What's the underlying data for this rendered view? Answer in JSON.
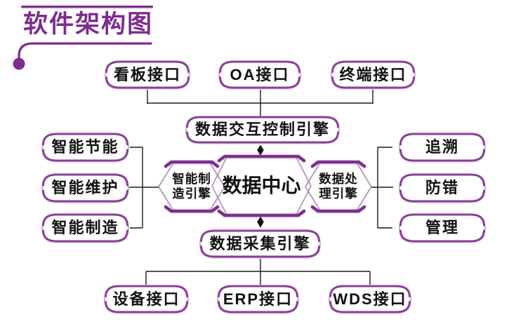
{
  "title": "软件架构图",
  "colors": {
    "accent": "#7d2c8e",
    "box_border": "#8b3f97",
    "hex_bar": "#7d2f90",
    "thin_line": "#a288b0",
    "wire": "#1a1a1a",
    "text": "#111111"
  },
  "top_row": [
    "看板接口",
    "OA接口",
    "终端接口"
  ],
  "middle": {
    "exchange_engine": "数据交互控制引擎",
    "left_engine": "智能制\n造引擎",
    "data_center": "数据中心",
    "right_engine": "数据处\n理引擎",
    "collect_engine": "数据采集引擎"
  },
  "left_column": [
    "智能节能",
    "智能维护",
    "智能制造"
  ],
  "right_column": [
    "追溯",
    "防错",
    "管理"
  ],
  "bottom_row": [
    "设备接口",
    "ERP接口",
    "WDS接口"
  ]
}
